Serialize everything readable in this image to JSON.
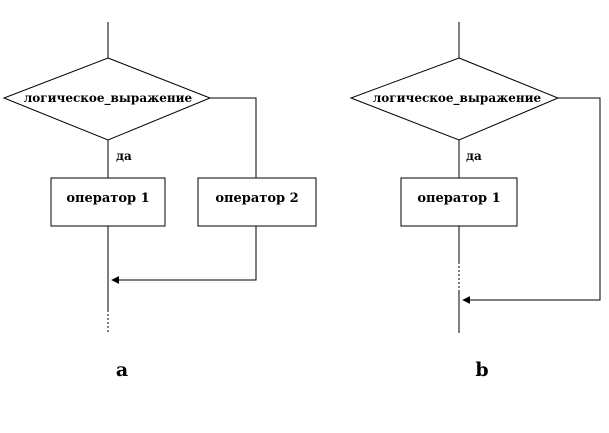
{
  "diagram_a": {
    "condition": "логическое_выражение",
    "yes_label": "да",
    "stmt1": "оператор 1",
    "stmt2": "оператор 2",
    "caption": "a"
  },
  "diagram_b": {
    "condition": "логическое_выражение",
    "yes_label": "да",
    "stmt1": "оператор 1",
    "caption": "b"
  }
}
